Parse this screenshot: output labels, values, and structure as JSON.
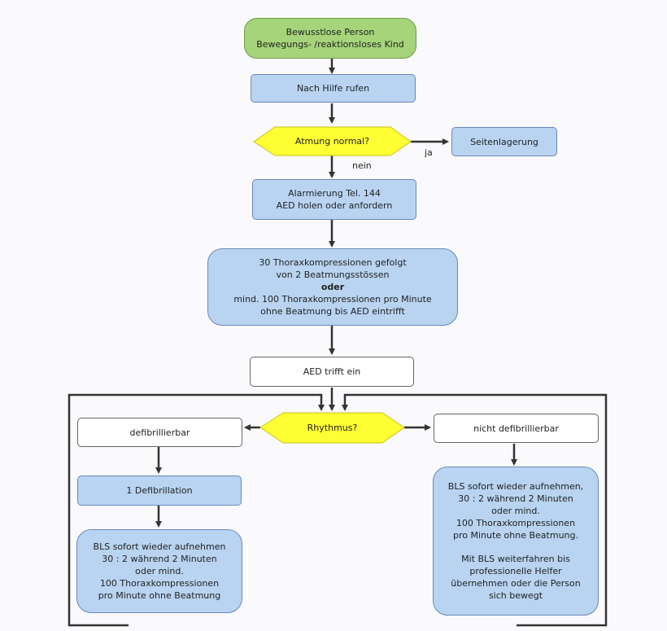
{
  "flowchart": {
    "start": {
      "line1": "Bewusstlose Person",
      "line2": "Bewegungs- /reaktionsloses Kind"
    },
    "call_help": "Nach Hilfe rufen",
    "breathing": "Atmung normal?",
    "yes_label": "ja",
    "no_label": "nein",
    "recovery_position": "Seitenlagerung",
    "alarm": {
      "line1": "Alarmierung Tel. 144",
      "line2": "AED holen oder anfordern"
    },
    "cpr": {
      "line1": "30 Thoraxkompressionen gefolgt",
      "line2": "von 2 Beatmungsstössen",
      "line3": "oder",
      "line4": "mind. 100 Thoraxkompressionen pro Minute",
      "line5": "ohne Beatmung bis AED eintrifft"
    },
    "aed_arrives": "AED trifft ein",
    "rhythm": "Rhythmus?",
    "shockable": "defibrillierbar",
    "non_shockable": "nicht defibrillierbar",
    "defibrillation": "1 Defibrillation",
    "bls_left": {
      "line1": "BLS sofort wieder aufnehmen",
      "line2": "30 : 2 während 2 Minuten",
      "line3": "oder mind.",
      "line4": "100 Thoraxkompressionen",
      "line5": "pro Minute ohne Beatmung"
    },
    "bls_right": {
      "line1": "BLS sofort wieder aufnehmen,",
      "line2": "30 : 2 während 2 Minuten",
      "line3": "oder mind.",
      "line4": "100 Thoraxkompressionen",
      "line5": "pro Minute ohne Beatmung.",
      "line6": "Mit BLS weiterfahren bis",
      "line7": "professionelle Helfer",
      "line8": "übernehmen oder die Person",
      "line9": "sich bewegt"
    }
  },
  "colors": {
    "start": "#a6d47a",
    "action": "#b9d4f1",
    "decision": "#ffff33",
    "neutral": "#ffffff"
  }
}
